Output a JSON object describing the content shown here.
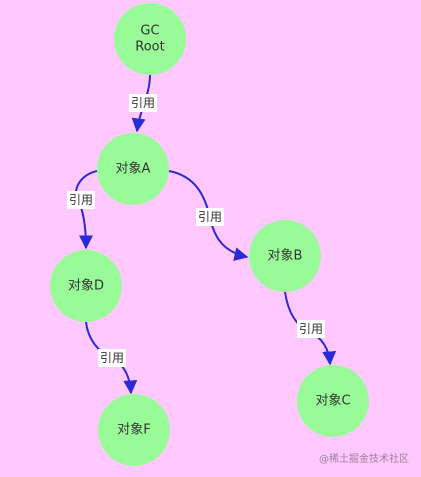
{
  "colors": {
    "background": "#ffc8ff",
    "node_fill": "#98fb98",
    "edge": "#2a2ad6",
    "edge_label_bg": "#ffffff",
    "text": "#333333"
  },
  "nodes": [
    {
      "id": "gc-root",
      "lines": [
        "GC",
        "Root"
      ]
    },
    {
      "id": "object-a",
      "lines": [
        "对象A"
      ]
    },
    {
      "id": "object-b",
      "lines": [
        "对象B"
      ]
    },
    {
      "id": "object-c",
      "lines": [
        "对象C"
      ]
    },
    {
      "id": "object-d",
      "lines": [
        "对象D"
      ]
    },
    {
      "id": "object-f",
      "lines": [
        "对象F"
      ]
    }
  ],
  "edges": [
    {
      "from": "gc-root",
      "to": "object-a",
      "label": "引用"
    },
    {
      "from": "object-a",
      "to": "object-d",
      "label": "引用"
    },
    {
      "from": "object-a",
      "to": "object-b",
      "label": "引用"
    },
    {
      "from": "object-b",
      "to": "object-c",
      "label": "引用"
    },
    {
      "from": "object-d",
      "to": "object-f",
      "label": "引用"
    }
  ],
  "watermark": "@稀土掘金技术社区"
}
